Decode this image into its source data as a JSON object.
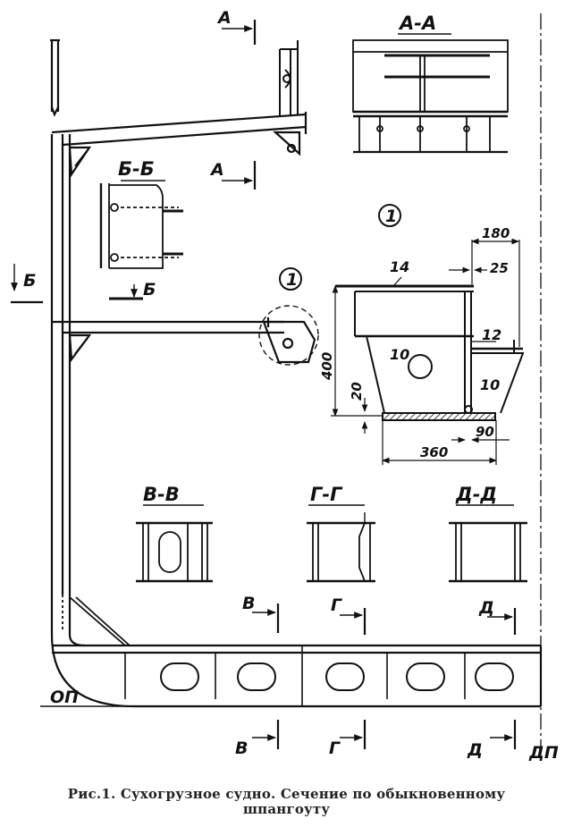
{
  "caption": {
    "line1": "Рис.1. Сухогрузное судно. Сечение по обыкновенному",
    "line2": "шпангоуту"
  },
  "sections": {
    "aa": "А-А",
    "bb": "Б-Б",
    "vv": "В-В",
    "gg": "Г-Г",
    "dd": "Д-Д"
  },
  "cut_marks": {
    "a": "А",
    "b": "Б",
    "v": "В",
    "g": "Г",
    "d": "Д"
  },
  "reference_lines": {
    "baseline": "ОП",
    "centerline": "ДП"
  },
  "detail": {
    "marker": "1",
    "dims": {
      "width_top": "180",
      "offset_top": "25",
      "height": "400",
      "gap": "20",
      "width_bottom": "360",
      "offset_bottom": "90"
    },
    "thickness": {
      "top_plate": "14",
      "web": "10",
      "bracket": "10",
      "flange": "12"
    }
  }
}
